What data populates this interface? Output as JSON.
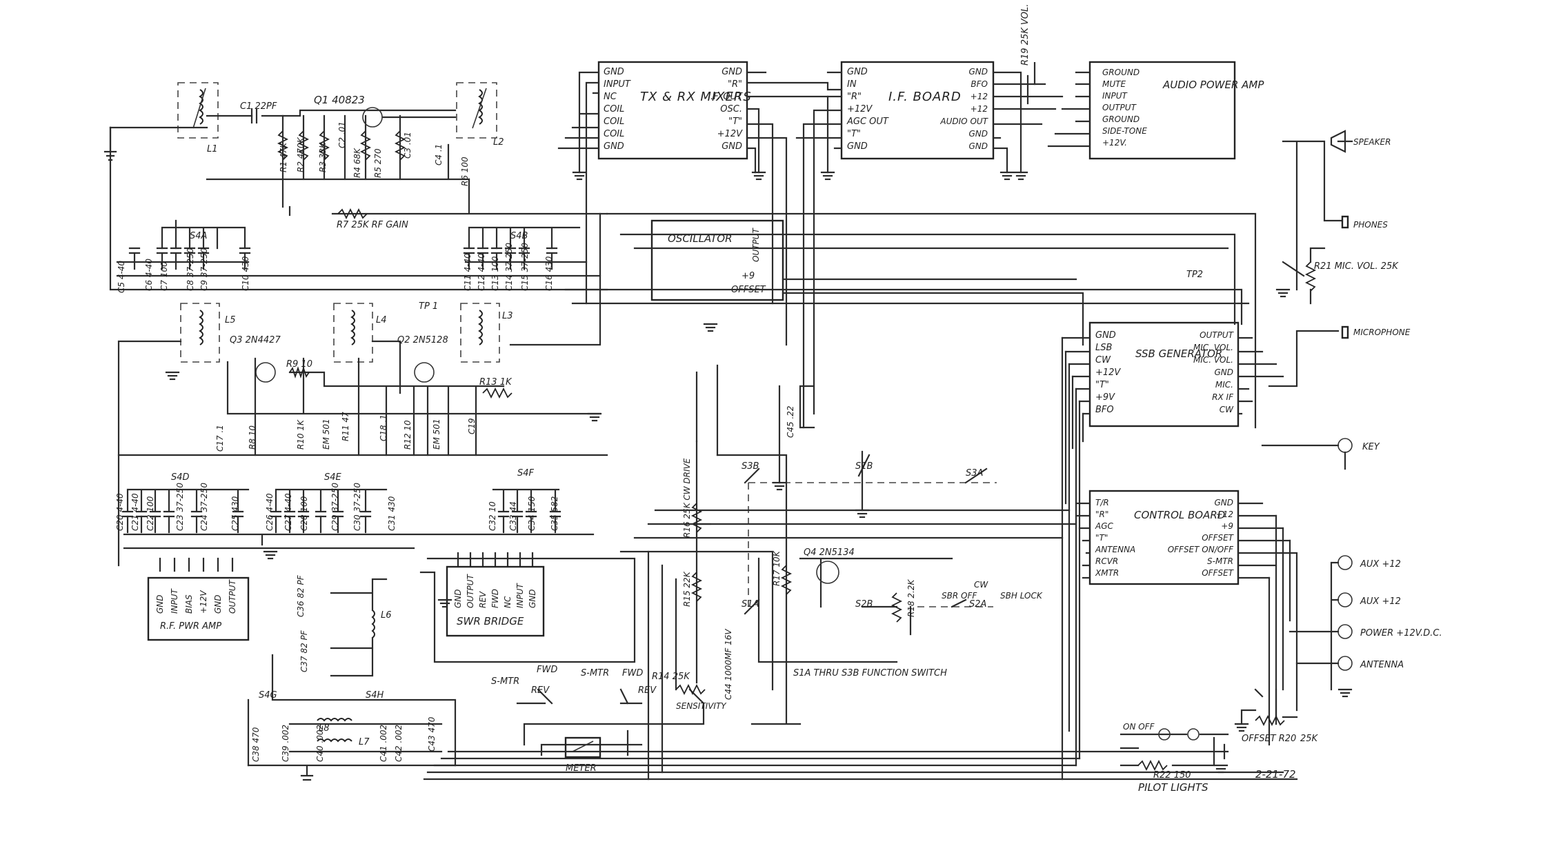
{
  "modules": {
    "mixers": {
      "title": "TX & RX MIXERS",
      "left_pins": [
        "GND",
        "INPUT",
        "NC",
        "COIL",
        "COIL",
        "COIL",
        "GND"
      ],
      "right_pins": [
        "GND",
        "\"R\"",
        "I.F. OUT",
        "OSC.",
        "\"T\"",
        "+12V",
        "GND"
      ]
    },
    "if_board": {
      "title": "I.F. BOARD",
      "left_pins": [
        "GND",
        "IN",
        "\"R\"",
        "+12V",
        "AGC OUT",
        "\"T\"",
        "GND"
      ],
      "right_pins": [
        "GND",
        "BFO",
        "+12",
        "+12",
        "AUDIO OUT",
        "GND",
        "GND"
      ]
    },
    "audio_amp": {
      "title": "AUDIO POWER AMP",
      "pins": [
        "GROUND",
        "MUTE",
        "INPUT",
        "OUTPUT",
        "GROUND",
        "SIDE-TONE",
        "+12V."
      ]
    },
    "oscillator": {
      "title": "OSCILLATOR",
      "output": "OUTPUT",
      "plus9": "+9",
      "offset": "OFFSET"
    },
    "ssb_gen": {
      "title": "SSB GENERATOR",
      "left_pins": [
        "GND",
        "LSB",
        "CW",
        "+12V",
        "\"T\"",
        "+9V",
        "BFO"
      ],
      "right_pins": [
        "OUTPUT",
        "MIC. VOL.",
        "MIC. VOL.",
        "GND",
        "MIC.",
        "RX IF",
        "CW"
      ]
    },
    "control": {
      "title": "CONTROL BOARD",
      "left_pins": [
        "T/R",
        "\"R\"",
        "AGC",
        "\"T\"",
        "ANTENNA",
        "RCVR",
        "XMTR"
      ],
      "right_pins": [
        "GND",
        "+12",
        "+9",
        "OFFSET",
        "OFFSET ON/OFF",
        "S-MTR",
        "OFFSET"
      ]
    },
    "rf_amp": {
      "title": "R.F. PWR AMP",
      "pins": [
        "GND",
        "INPUT",
        "BIAS",
        "+12V",
        "GND",
        "OUTPUT"
      ]
    },
    "swr": {
      "title": "SWR BRIDGE",
      "pins": [
        "GND",
        "OUTPUT",
        "REV",
        "FWD",
        "NC",
        "INPUT",
        "GND"
      ]
    }
  },
  "labels": {
    "c1": "C1 22PF",
    "q1": "Q1 40823",
    "l1": "L1",
    "l2": "L2",
    "r1": "R1 47K",
    "r2": "R2 470K",
    "r3": "R3 33K",
    "c2": "C2 .01",
    "r4": "R4 68K",
    "r5": "R5 270",
    "c3": "C3 .01",
    "c4": "C4 .1",
    "r6": "R6 100",
    "r7": "R7 25K RF GAIN",
    "r19": "R19 25K VOL.",
    "s4a": "S4A",
    "s4b": "S4B",
    "c5": "C5 4-40",
    "c6": "C6 4-40",
    "c7": "C7 100",
    "c8": "C8 37-250",
    "c9": "C9 37-250",
    "c10": "C10 430",
    "c11": "C11 4-40",
    "c12": "C12 4-40",
    "c13": "C13 100",
    "c14": "C14 37-250",
    "c15": "C15 37-250",
    "c16": "C16 430",
    "l5": "L5",
    "l4": "L4",
    "l3": "L3",
    "tp1": "TP 1",
    "q3": "Q3 2N4427",
    "q2": "Q2 2N5128",
    "r9": "R9 10",
    "r13": "R13 1K",
    "c17": "C17 .1",
    "r8": "R8 10",
    "r10": "R10 1K",
    "em501a": "EM 501",
    "r11": "R11 47",
    "c18": "C18 .1",
    "r12": "R12 10",
    "em501b": "EM 501",
    "c19": "C19",
    "c45": "C45 .22",
    "s4d": "S4D",
    "s4e": "S4E",
    "s4f": "S4F",
    "c20": "C20 4-40",
    "c21": "C21 4-40",
    "c22": "C22 100",
    "c23": "C23 37-250",
    "c24": "C24 37-250",
    "c25": "C25 430",
    "c26": "C26 4-40",
    "c27": "C27 4-40",
    "c28": "C28 100",
    "c29": "C29 37-250",
    "c30": "C30 37-250",
    "c31": "C31 430",
    "c32": "C32 10",
    "c33": "C33 44",
    "c34": "C34 150",
    "c35": "C35 582",
    "c36": "C36 82 PF",
    "c37": "C37 82 PF",
    "l6": "L6",
    "s4g": "S4G",
    "s4h": "S4H",
    "c38": "C38 470",
    "c39": "C39 .002",
    "c40": "C40 .002",
    "c41": "C41 .002",
    "c42": "C42 .002",
    "c43": "C43 470",
    "l7": "L7",
    "l8": "L8",
    "r16": "R16 25K CW DRIVE",
    "r15": "R15 22K",
    "r17": "R17 10K",
    "q4": "Q4 2N5134",
    "r18": "R18 2.2K",
    "c44": "C44 1000MF 16V",
    "s3b": "S3B",
    "s1b": "S1B",
    "s3a": "S3A",
    "s1a": "S1A",
    "s2b": "S2B",
    "s2a": "S2A",
    "sbr": "SBR OFF",
    "sbh": "SBH LOCK",
    "cw": "CW",
    "function_switch": "S1A THRU S3B FUNCTION SWITCH",
    "s_mtr1": "S-MTR",
    "s_mtr2": "S-MTR",
    "fwd1": "FWD",
    "fwd2": "FWD",
    "rev1": "REV",
    "rev2": "REV",
    "r14": "R14 25K",
    "sensitivity": "SENSITIVITY",
    "meter": "METER",
    "tp2": "TP2",
    "speaker": "SPEAKER",
    "phones": "PHONES",
    "r21": "R21 MIC. VOL. 25K",
    "microphone": "MICROPHONE",
    "key": "KEY",
    "aux1": "AUX +12",
    "aux2": "AUX +12",
    "power": "POWER +12V.D.C.",
    "antenna": "ANTENNA",
    "offset_r20": "OFFSET R20",
    "r20val": "25K",
    "on_off": "ON OFF",
    "r22": "R22 150",
    "pilot": "PILOT LIGHTS",
    "date": "2-21-72"
  }
}
